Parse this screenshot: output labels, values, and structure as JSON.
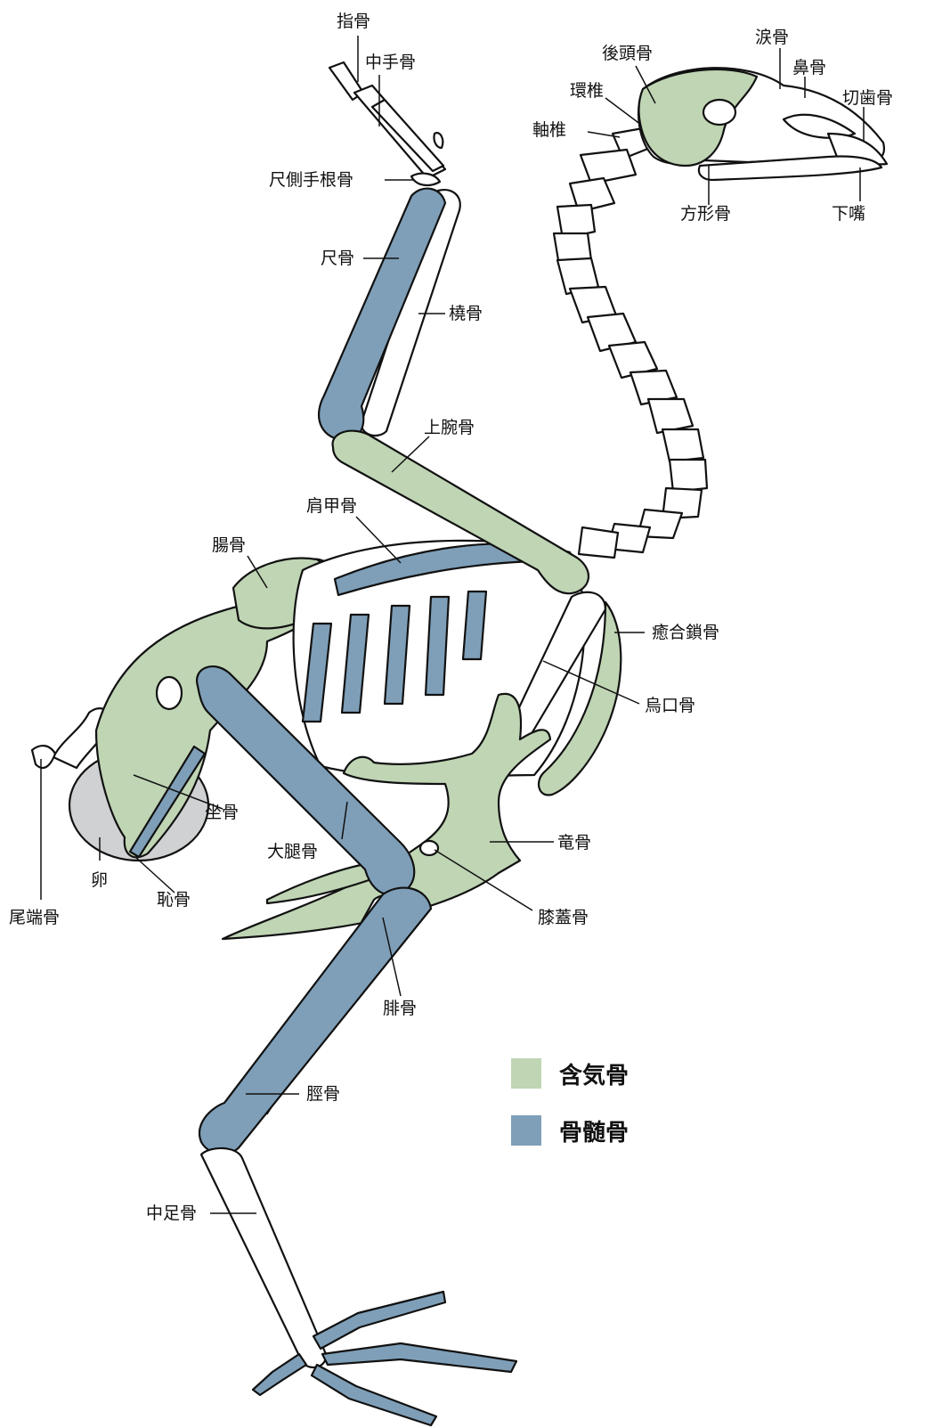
{
  "colors": {
    "pneumatic": "#bfd5b4",
    "marrow": "#7f9fb8",
    "egg": "#cfd1d2",
    "outline": "#111111",
    "background": "#ffffff"
  },
  "legend": {
    "pneumatic_label": "含気骨",
    "marrow_label": "骨髄骨"
  },
  "labels": {
    "phalanges": "指骨",
    "metacarpal": "中手骨",
    "ulnar_carpal": "尺側手根骨",
    "ulna": "尺骨",
    "radius": "橈骨",
    "humerus": "上腕骨",
    "scapula": "肩甲骨",
    "ilium": "腸骨",
    "furcula": "癒合鎖骨",
    "coracoid": "烏口骨",
    "ischium": "坐骨",
    "femur": "大腿骨",
    "keel": "竜骨",
    "egg": "卵",
    "pubis": "恥骨",
    "pygostyle": "尾端骨",
    "patella": "膝蓋骨",
    "fibula": "腓骨",
    "tibia": "脛骨",
    "tarsometatarsus": "中足骨",
    "occipital": "後頭骨",
    "lacrimal": "涙骨",
    "nasal": "鼻骨",
    "premaxilla": "切歯骨",
    "atlas": "環椎",
    "axis": "軸椎",
    "quadrate": "方形骨",
    "lower_beak": "下嘴"
  }
}
